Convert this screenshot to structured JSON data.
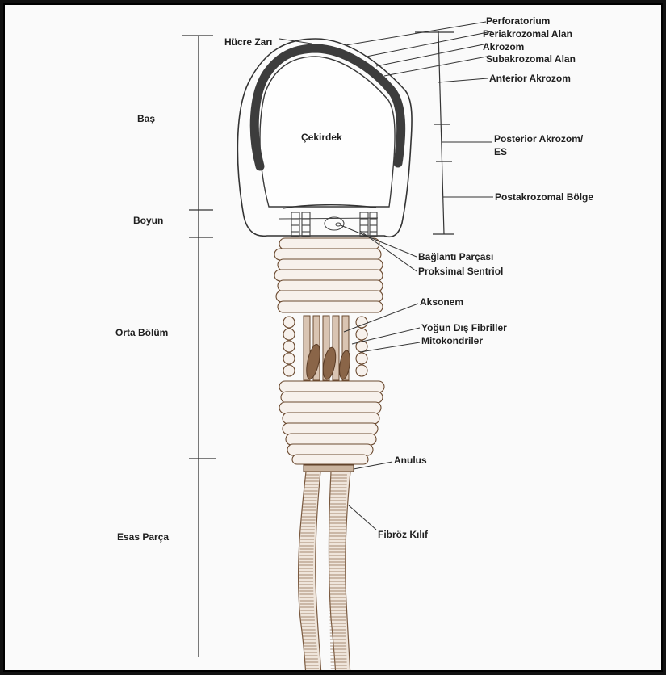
{
  "figure": {
    "center_label": "Çekirdek",
    "regions": {
      "head": "Baş",
      "neck": "Boyun",
      "midpiece": "Orta Bölüm",
      "principal_piece": "Esas Parça"
    },
    "left_labels": {
      "cell_membrane": "Hücre Zarı"
    },
    "right_labels": {
      "perforatorium": "Perforatorium",
      "periacrosomal": "Periakrozomal Alan",
      "acrosome": "Akrozom",
      "subacrosomal": "Subakrozomal Alan",
      "anterior_acrosome": "Anterior Akrozom",
      "posterior_acrosome_line1": "Posterior Akrozom/",
      "posterior_acrosome_line2": "ES",
      "postacrosomal": "Postakrozomal Bölge",
      "connecting_piece": "Bağlantı Parçası",
      "proximal_centriole": "Proksimal Sentriol",
      "axoneme": "Aksonem",
      "outer_dense_fibers": "Yoğun Dış Fibriller",
      "mitochondria": "Mitokondriler",
      "annulus": "Anulus",
      "fibrous_sheath": "Fibröz Kılıf"
    },
    "colors": {
      "ink": "#3a3a3a",
      "acrosome": "#3d3d3d",
      "mito_stroke": "#6b4a30",
      "mito_fill": "#8a6548",
      "tail_stroke": "#7a5a40",
      "paper": "#fafafa"
    }
  }
}
